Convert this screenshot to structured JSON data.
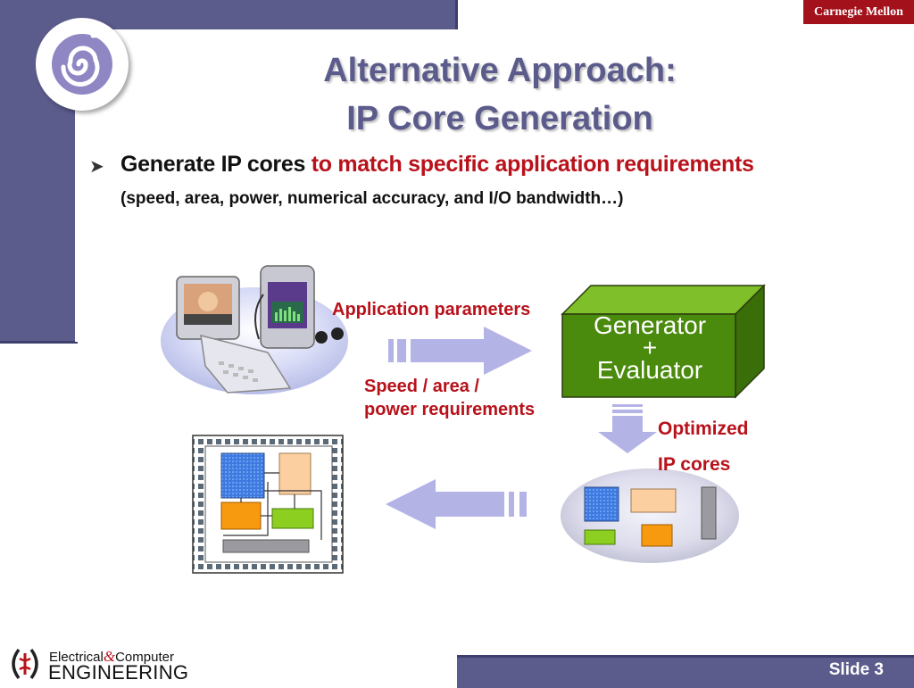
{
  "header": {
    "title_line1": "Alternative Approach:",
    "title_line2": "IP Core Generation",
    "university": "Carnegie Mellon"
  },
  "bullet": {
    "prefix": "Generate IP cores ",
    "highlight": "to match specific application requirements",
    "sub": "(speed, area, power, numerical accuracy, and I/O bandwidth…)"
  },
  "diagram": {
    "application_parameters": "Application parameters",
    "speed_line1": "Speed / area /",
    "speed_line2": "power requirements",
    "generator_line1": "Generator",
    "generator_line2": "+",
    "generator_line3": "Evaluator",
    "optimized_line1": "Optimized",
    "optimized_line2": "IP cores"
  },
  "footer": {
    "dept_line1_a": "Electrical",
    "dept_amp": "&",
    "dept_line1_b": "Computer",
    "dept_line2": "ENGINEERING",
    "slide_label": "Slide 3"
  },
  "colors": {
    "band": "#5b5b8c",
    "accent_red": "#b8121b",
    "generator_green": "#4a8a0c",
    "arrow_lavender": "#b3b3e6"
  }
}
